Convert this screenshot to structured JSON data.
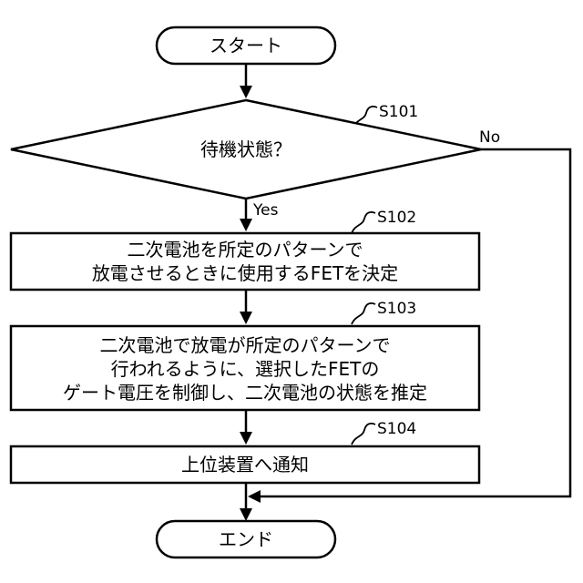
{
  "nodes": {
    "start": {
      "label": "スタート"
    },
    "s101": {
      "step": "S101",
      "label": "待機状態？"
    },
    "s102": {
      "step": "S102",
      "lines": [
        "二次電池を所定のパターンで",
        "放電させるときに使用するFETを決定"
      ]
    },
    "s103": {
      "step": "S103",
      "lines": [
        "二次電池で放電が所定のパターンで",
        "行われるように、選択したFETの",
        "ゲート電圧を制御し、二次電池の状態を推定"
      ]
    },
    "s104": {
      "step": "S104",
      "label": "上位装置へ通知"
    },
    "end": {
      "label": "エンド"
    }
  },
  "edges": {
    "yes_label": "Yes",
    "no_label": "No"
  }
}
